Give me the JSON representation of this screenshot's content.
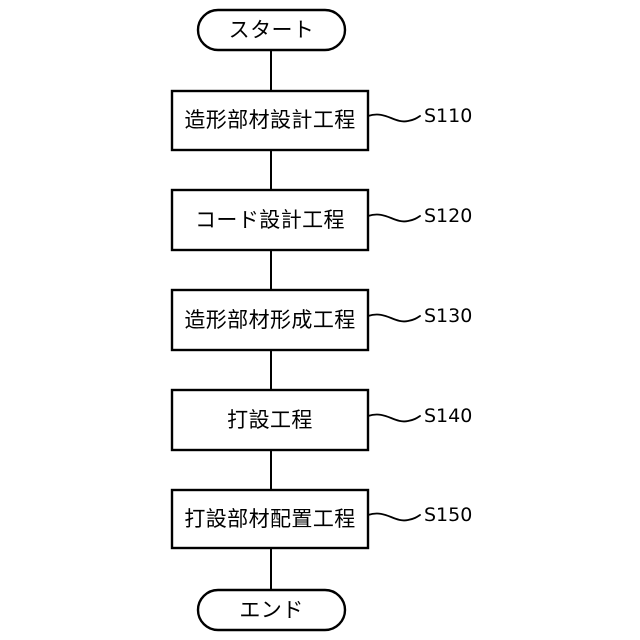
{
  "diagram": {
    "type": "flowchart",
    "orientation": "vertical",
    "background_color": "#ffffff",
    "stroke_color": "#000000",
    "fill_color": "#ffffff",
    "start": {
      "label": "スタート",
      "shape": "stadium"
    },
    "end": {
      "label": "エンド",
      "shape": "stadium"
    },
    "steps": [
      {
        "label": "造形部材設計工程",
        "step_id": "S110"
      },
      {
        "label": "コード設計工程",
        "step_id": "S120"
      },
      {
        "label": "造形部材形成工程",
        "step_id": "S130"
      },
      {
        "label": "打設工程",
        "step_id": "S140"
      },
      {
        "label": "打設部材配置工程",
        "step_id": "S150"
      }
    ]
  }
}
